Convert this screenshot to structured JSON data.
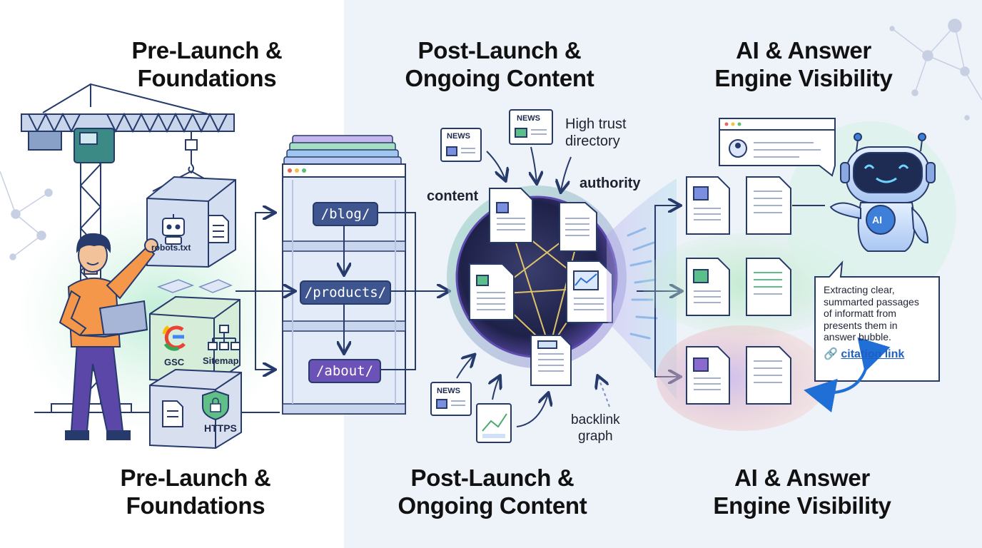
{
  "columns": [
    {
      "id": "prelaunch",
      "title_lines": [
        "Pre-Launch &",
        "Foundations"
      ]
    },
    {
      "id": "postlaunch",
      "title_lines": [
        "Post-Launch &",
        "Ongoing Content"
      ]
    },
    {
      "id": "ai",
      "title_lines": [
        "AI & Answer",
        "Engine Visibility"
      ]
    }
  ],
  "prelaunch": {
    "robots_label": "robots.txt",
    "gsc_label": "GSC",
    "sitemap_label": "Sitemap",
    "https_label": "HTTPS"
  },
  "site_paths": [
    "/blog/",
    "/products/",
    "/about/"
  ],
  "postlaunch": {
    "label_content": "content",
    "label_authority": "authority",
    "label_trust_lines": [
      "High trust",
      "directory"
    ],
    "label_backlink_lines": [
      "backlink",
      "graph"
    ],
    "news_label": "NEWS"
  },
  "ai": {
    "robot_badge": "AI",
    "bubble_lines": [
      "Extracting clear,",
      "summarted passages",
      "of informatt from",
      "presents them in",
      "answer bubble."
    ],
    "citation_link": "citation link"
  },
  "colors": {
    "left_bg": "#ffffff",
    "right_bg": "#eef2f9",
    "navy": "#263a6b",
    "accent_purple": "#6a4fb0",
    "accent_green": "#41b88a",
    "accent_blue": "#3d7fd9"
  }
}
